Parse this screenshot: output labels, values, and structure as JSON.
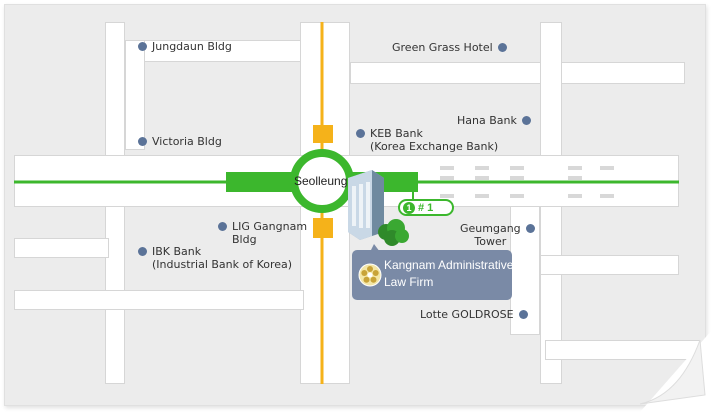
{
  "station": {
    "name": "Seolleung",
    "exit_num": "1",
    "exit_label": "# 1"
  },
  "callout": {
    "line1": "Kangnam Administrative",
    "line2": "Law Firm"
  },
  "landmarks": {
    "jungdaun": "Jungdaun Bldg",
    "green_grass": "Green Grass Hotel",
    "hana": "Hana Bank",
    "victoria": "Victoria Bldg",
    "keb1": "KEB Bank",
    "keb2": "(Korea Exchange Bank)",
    "lig1": "LIG Gangnam",
    "lig2": "Bldg",
    "ibk1": "IBK Bank",
    "ibk2": "(Industrial Bank of Korea)",
    "geumgang1": "Geumgang",
    "geumgang2": "Tower",
    "lotte": "Lotte GOLDROSE"
  },
  "colors": {
    "subway_line": "#3cb72d",
    "vertical_line": "#f5b21a",
    "marker": "#5b7398",
    "callout": "#7a8aa6"
  },
  "icons": [
    "building-icon",
    "tree-icon",
    "emblem-icon",
    "page-curl-icon"
  ]
}
